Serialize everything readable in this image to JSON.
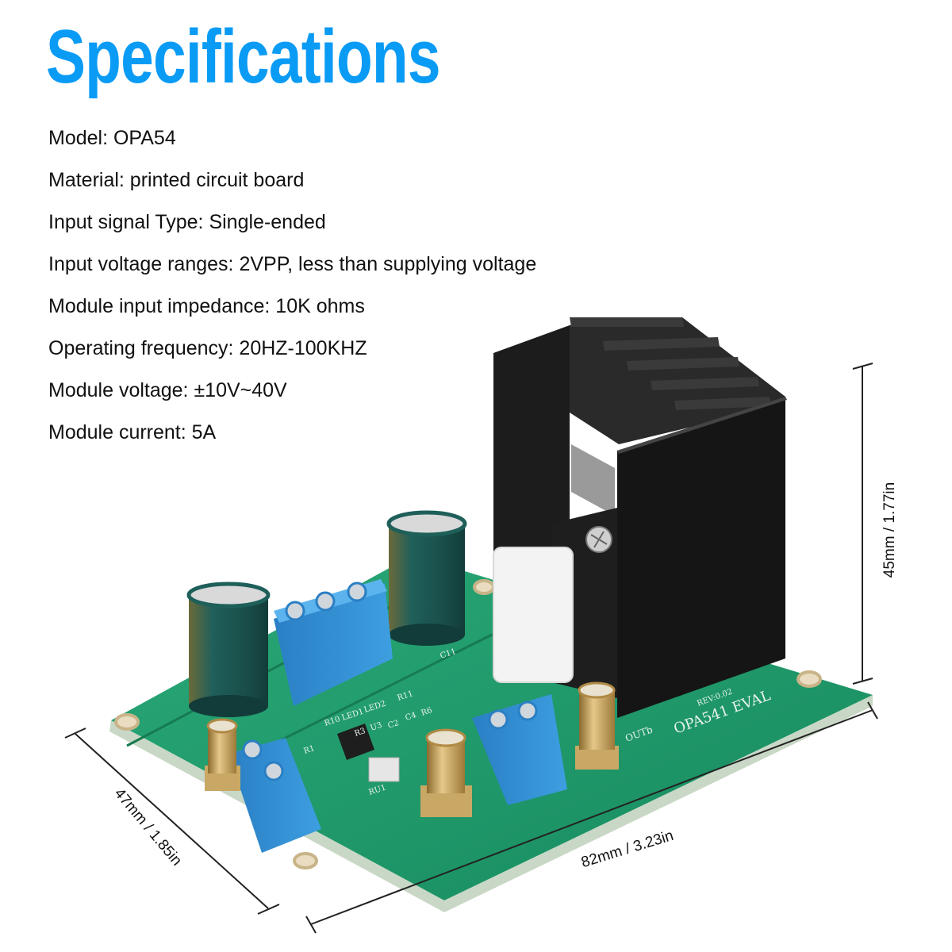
{
  "title": "Specifications",
  "specs": [
    "Model: OPA54",
    "Material: printed circuit board",
    "Input signal Type: Single-ended",
    "Input voltage ranges: 2VPP, less than supplying voltage",
    "Module input impedance: 10K ohms",
    "Operating frequency: 20HZ-100KHZ",
    "Module voltage: ±10V~40V",
    "Module current: 5A"
  ],
  "dimensions": {
    "height": "45mm / 1.77in",
    "depth": "47mm / 1.85in",
    "width": "82mm / 3.23in"
  },
  "board": {
    "label": "OPA541 EVAL",
    "revision": "REV:0.02",
    "output_label": "OUTb",
    "silkscreen": [
      "R10",
      "LED1",
      "LED2",
      "R11",
      "R3",
      "U3",
      "C2",
      "C4",
      "R6",
      "R1",
      "RU1",
      "C11"
    ]
  },
  "colors": {
    "title": "#0a9bf5",
    "pcb": "#1f9a6c",
    "terminal": "#2f8fd6",
    "heatsink": "#151515",
    "capacitor": "#1e5a55"
  }
}
